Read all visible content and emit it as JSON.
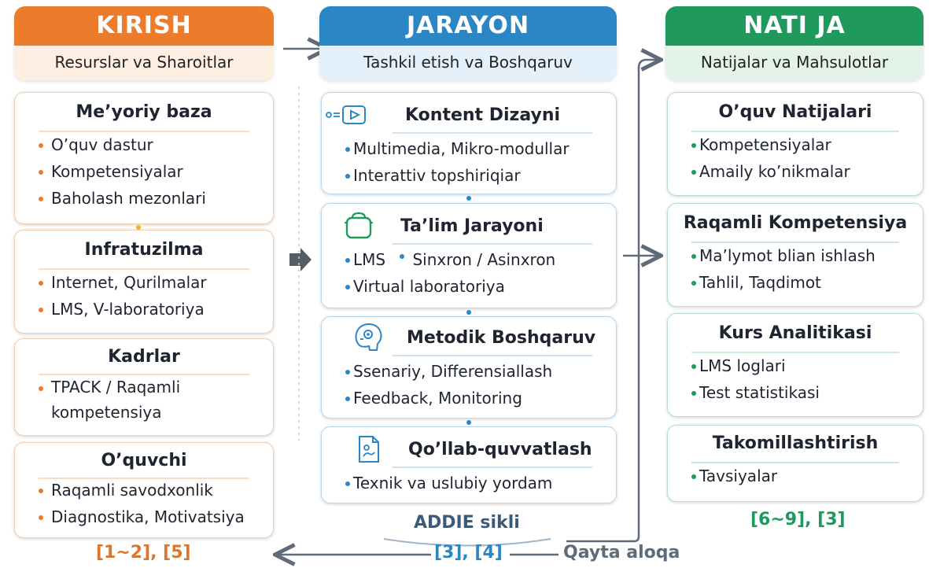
{
  "left": {
    "title": "KIRISH",
    "subtitle": "Resurslar va Sharoitlar",
    "cards": [
      {
        "title": "Me’yoriy baza",
        "items": [
          "O’quv dastur",
          "Kompetensiyalar",
          "Baholash mezonlari"
        ]
      },
      {
        "title": "Infratuzilma",
        "items": [
          "Internet, Qurilmalar",
          "LMS, V-laboratoriya"
        ]
      },
      {
        "title": "Kadrlar",
        "items": [
          "TPACK / Raqamli kompetensiya"
        ]
      },
      {
        "title": "O’quvchi",
        "items": [
          "Raqamli savodxonlik",
          "Diagnostika, Motivatsiya"
        ]
      }
    ],
    "ref": "[1~2], [5]"
  },
  "middle": {
    "title": "JARAYON",
    "subtitle": "Tashkil etish va Boshqaruv",
    "cards": [
      {
        "title": "Kontent Dizayni",
        "icon": "video-icon",
        "items": [
          "Multimedia, Mikro-modullar",
          "Interattiv topshiriqiar"
        ]
      },
      {
        "title": "Ta’lim Jarayoni",
        "icon": "bag-icon",
        "inline": [
          "LMS",
          "Sinxron / Asinxron"
        ],
        "items": [
          "Virtual laboratoriya"
        ]
      },
      {
        "title": "Metodik Boshqaruv",
        "icon": "head-gear-icon",
        "items": [
          "Ssenariy, Differensiallash",
          "Feedback, Monitoring"
        ]
      },
      {
        "title": "Qo’llab-quvvatlash",
        "icon": "document-icon",
        "items": [
          "Texnik va uslubiy yordam"
        ]
      }
    ],
    "cycle_label": "ADDIE sikli",
    "ref": "[3], [4]"
  },
  "right": {
    "title": "NATI JA",
    "subtitle": "Natijalar va Mahsulotlar",
    "cards": [
      {
        "title": "O’quv Natijalari",
        "items": [
          "Kompetensiyalar",
          "Amaily ko’nikmalar"
        ]
      },
      {
        "title": "Raqamli Kompetensiya",
        "items": [
          "Ma’lymot blian ishlash",
          "Tahlil, Taqdimot"
        ]
      },
      {
        "title": "Kurs Analitikasi",
        "items": [
          "LMS loglari",
          "Test statistikasi"
        ]
      },
      {
        "title": "Takomillashtirish",
        "items": [
          "Tavsiyalar"
        ]
      }
    ],
    "ref": "[6~9], [3]"
  },
  "feedback_label": "Qayta aloqa",
  "colors": {
    "orange": "#ec7b2c",
    "blue": "#2b86c5",
    "green": "#1f9a5c",
    "gray": "#5f6b78"
  }
}
